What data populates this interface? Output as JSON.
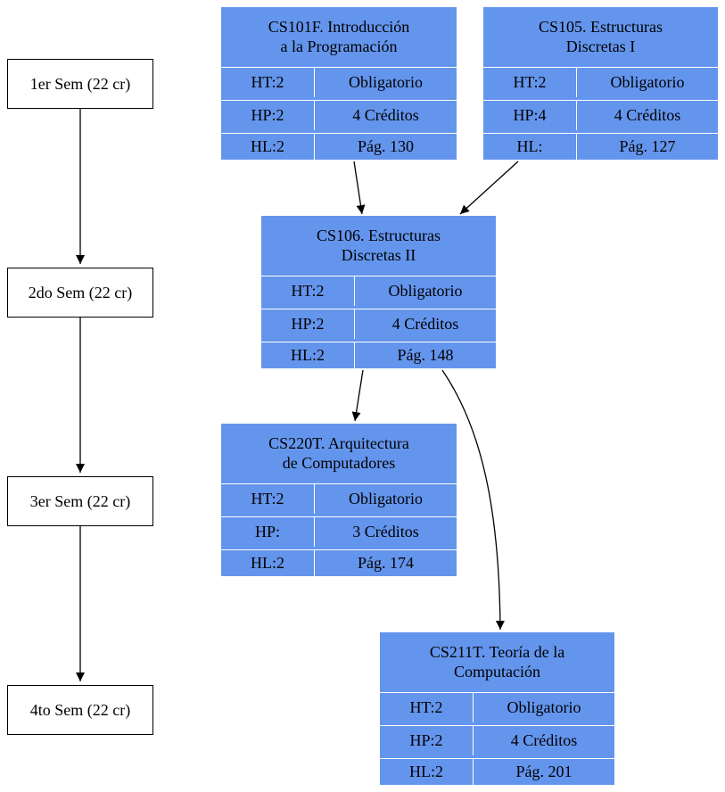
{
  "semesters": [
    {
      "label": "1er Sem (22 cr)"
    },
    {
      "label": "2do Sem (22 cr)"
    },
    {
      "label": "3er Sem (22 cr)"
    },
    {
      "label": "4to Sem (22 cr)"
    }
  ],
  "courses": [
    {
      "title_line1": "CS101F. Introducción",
      "title_line2": "a la Programación",
      "ht": "HT:2",
      "hp": "HP:2",
      "hl": "HL:2",
      "type": "Obligatorio",
      "credits": "4 Créditos",
      "page": "Pág. 130"
    },
    {
      "title_line1": "CS105. Estructuras",
      "title_line2": "Discretas I",
      "ht": "HT:2",
      "hp": "HP:4",
      "hl": "HL:",
      "type": "Obligatorio",
      "credits": "4 Créditos",
      "page": "Pág. 127"
    },
    {
      "title_line1": "CS106. Estructuras",
      "title_line2": "Discretas II",
      "ht": "HT:2",
      "hp": "HP:2",
      "hl": "HL:2",
      "type": "Obligatorio",
      "credits": "4 Créditos",
      "page": "Pág. 148"
    },
    {
      "title_line1": "CS220T. Arquitectura",
      "title_line2": "de Computadores",
      "ht": "HT:2",
      "hp": "HP:",
      "hl": "HL:2",
      "type": "Obligatorio",
      "credits": "3 Créditos",
      "page": "Pág. 174"
    },
    {
      "title_line1": "CS211T. Teoría de la",
      "title_line2": "Computación",
      "ht": "HT:2",
      "hp": "HP:2",
      "hl": "HL:2",
      "type": "Obligatorio",
      "credits": "4 Créditos",
      "page": "Pág. 201"
    }
  ],
  "colors": {
    "node_fill": "#6495ed",
    "cell_border": "#ffffff",
    "edge": "#000000"
  }
}
